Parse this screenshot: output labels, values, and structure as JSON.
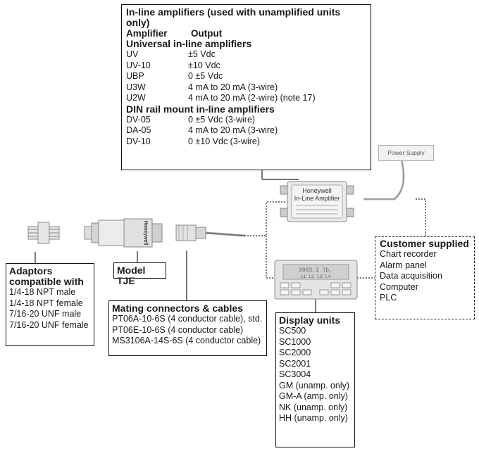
{
  "amplifiers": {
    "title": "In-line amplifiers (used with unamplified units only)",
    "col_headers": [
      "Amplifier",
      "Output"
    ],
    "universal": {
      "heading": "Universal in-line amplifiers",
      "rows": [
        {
          "name": "UV",
          "output": "±5 Vdc"
        },
        {
          "name": "UV-10",
          "output": "±10 Vdc"
        },
        {
          "name": "UBP",
          "output": "0 ±5 Vdc"
        },
        {
          "name": "U3W",
          "output": "4 mA to 20 mA (3-wire)"
        },
        {
          "name": "U2W",
          "output": "4 mA to 20 mA (2-wire) (note 17)"
        }
      ]
    },
    "din": {
      "heading": "DIN rail mount in-line amplifiers",
      "rows": [
        {
          "name": "DV-05",
          "output": "0 ±5 Vdc (3-wire)"
        },
        {
          "name": "DA-05",
          "output": "4 mA to 20 mA (3-wire)"
        },
        {
          "name": "DV-10",
          "output": "0 ±10 Vdc (3-wire)"
        }
      ]
    }
  },
  "power_supply": "Power Supply",
  "amp_device": {
    "brand": "Honeywell",
    "label": "In-Line Amplifier"
  },
  "sensor_brand": "Honeywell",
  "display_readout": {
    "line1": "2003.1 lb.",
    "line2": "L1  L2  L3  L4"
  },
  "adaptors": {
    "title_line1": "Adaptors",
    "title_line2": "compatible with",
    "items": [
      "1/4-18 NPT male",
      "1/4-18 NPT female",
      "7/16-20 UNF male",
      "7/16-20 UNF female"
    ]
  },
  "model": "Model TJE",
  "mating": {
    "title": "Mating connectors & cables",
    "items": [
      "PT06A-10-6S (4 conductor cable), std.",
      "PT06E-10-6S (4 conductor cable)",
      "MS3106A-14S-6S (4 conductor cable)"
    ]
  },
  "display_units": {
    "title": "Display units",
    "items": [
      "SC500",
      "SC1000",
      "SC2000",
      "SC2001",
      "SC3004",
      "GM (unamp. only)",
      "GM-A (amp. only)",
      "NK (unamp. only)",
      "HH (unamp. only)"
    ]
  },
  "customer": {
    "title": "Customer supplied",
    "items": [
      "Chart recorder",
      "Alarm panel",
      "Data acquisition",
      "Computer",
      "PLC"
    ]
  }
}
